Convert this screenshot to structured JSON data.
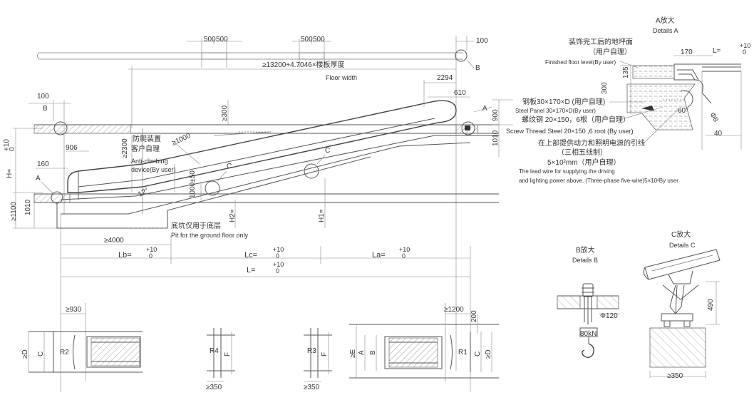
{
  "dims": {
    "d500a": "500",
    "d500b": "500",
    "d500c": "500",
    "d500d": "500",
    "d100top": "100",
    "floorThk": "≥13200+4.7046×楼板厚度",
    "floorWidth": "Floor width",
    "d2294": "2294",
    "d610": "610",
    "d100left": "100",
    "d300": "≥300",
    "d906": "906",
    "d2300": "≥2300",
    "d1000": "≥1000",
    "d1000pm50": "1000±50",
    "d160": "160",
    "deg12": "12°",
    "H": "H=",
    "H2": "H2=",
    "H1": "H1=",
    "d1100": "≥1100",
    "d1010l": "1010",
    "d1010r": "1010",
    "d900": "900",
    "d4000": "≥4000",
    "tol10a": "+10",
    "tol0a": "0",
    "tol10b": "+10",
    "tol0b": "0",
    "tol10c": "+10",
    "tol0c": "0",
    "tol10d": "+10",
    "tol0d": "0",
    "tol10e": "+10",
    "tol0e": "0",
    "Lb": "Lb=",
    "Lc": "Lc=",
    "La": "La=",
    "L": "L=",
    "d930": "≥930",
    "d1200": "≥1200",
    "d200": "200",
    "d350a": "≥350",
    "d350b": "≥350",
    "d350c": "≥350",
    "d170": "170",
    "d135": "135",
    "d300r": "300",
    "d40": "40",
    "deg60": "60°",
    "d80": "Φ8",
    "d120": "Φ120",
    "d490": "490",
    "load": "80kN",
    "Lr": "L=",
    "tolr10": "+10",
    "tolr0": "0"
  },
  "markers": {
    "A1": "A",
    "A2": "A",
    "B1": "B",
    "B2": "B",
    "C1": "C",
    "C2": "C",
    "C3": "C"
  },
  "notes": {
    "antiClimbCn": "防爬装置",
    "byUserCn": "客户自理",
    "antiClimbEn1": "Anti-climbing",
    "antiClimbEn2": "device(By user)",
    "pitCn": "底坑仅用于底层",
    "pitEn": "Pit for the ground floor only"
  },
  "detailA": {
    "titleCn": "A放大",
    "titleEn": "Details A",
    "floorCn": "装饰完工后的地坪面",
    "floorByUserCn": "（用户自理）",
    "floorEn": "Finished floor level(By user)",
    "steelCn": "钢板30×170×D (用户自理)",
    "steelEn": "Steel Panel 30×170×D(By user)",
    "screwCn": "螺纹钢 20×150，6根（用户自理）",
    "screwEn": "Screw Thread Steel 20×150 ,6 root (By user)",
    "leadCn1": "在上部提供动力和照明电源的引线",
    "leadCn2": "（三相五线制）",
    "leadCn3": "5×10²mm（用户自理）",
    "leadEn1": "The lead wire for supplying the driving",
    "leadEn2": "and lighting power above. (Three-phase five-wire)5×10²By user"
  },
  "detailB": {
    "titleCn": "B放大",
    "titleEn": "Details B"
  },
  "detailC": {
    "titleCn": "C放大",
    "titleEn": "Details C"
  },
  "plans": {
    "D1": "≥D",
    "C1": "C",
    "R2": "R2",
    "R4": "R4",
    "F1": "F",
    "R3": "R3",
    "F2": "F",
    "E": "≥E",
    "A": "A",
    "B": "B",
    "R1": "R1",
    "C2": "C",
    "D2": "≥D"
  }
}
